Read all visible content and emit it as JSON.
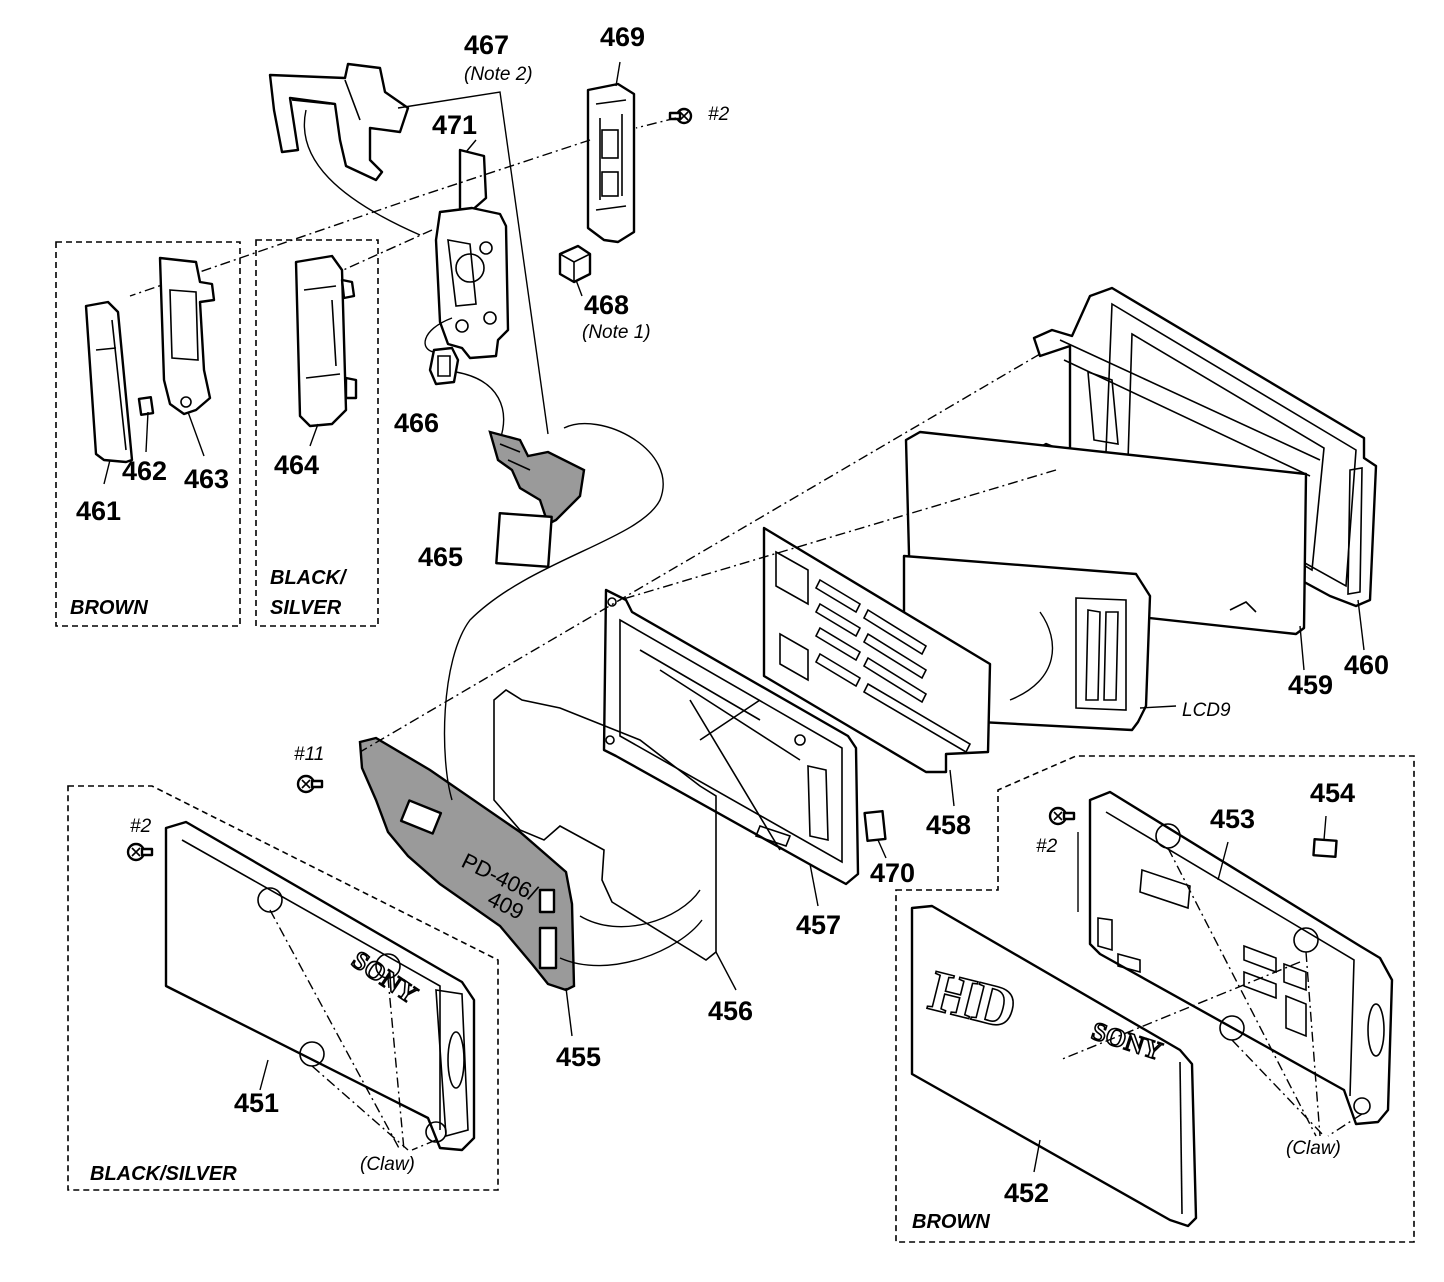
{
  "parts": {
    "p451": "451",
    "p452": "452",
    "p453": "453",
    "p454": "454",
    "p455": "455",
    "p456": "456",
    "p457": "457",
    "p458": "458",
    "p459": "459",
    "p460": "460",
    "p461": "461",
    "p462": "462",
    "p463": "463",
    "p464": "464",
    "p465": "465",
    "p466": "466",
    "p467": "467",
    "p468": "468",
    "p469": "469",
    "p470": "470",
    "p471": "471",
    "lcd9": "LCD9"
  },
  "notes": {
    "note1": "(Note 1)",
    "note2": "(Note 2)"
  },
  "screws": {
    "s2": "#2",
    "s11": "#11"
  },
  "claws": {
    "claw": "(Claw)"
  },
  "groups": {
    "brown": "BROWN",
    "black_silver_line1": "BLACK/",
    "black_silver_line2": "SILVER",
    "black_silver": "BLACK/SILVER"
  },
  "board_text": {
    "line1": "PD-406/",
    "line2": "409"
  },
  "logos": {
    "sony": "SONY",
    "hd": "HD"
  }
}
